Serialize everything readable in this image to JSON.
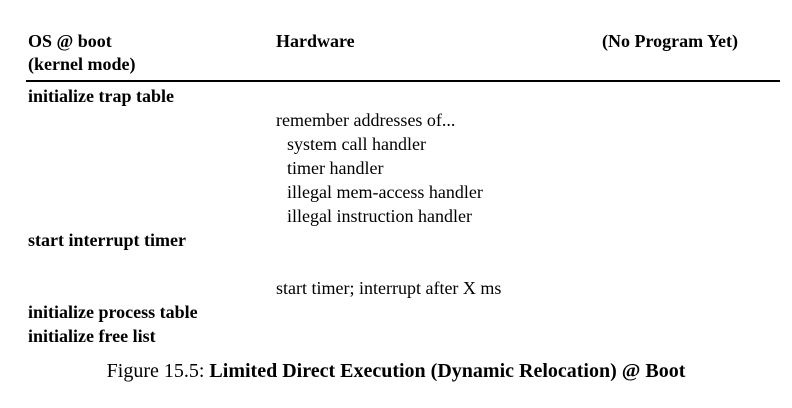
{
  "figure": {
    "columns": {
      "os": {
        "line1": "OS @ boot",
        "line2": "(kernel mode)"
      },
      "hardware": {
        "label": "Hardware"
      },
      "program": {
        "label": "(No Program Yet)"
      }
    },
    "os_steps": [
      "initialize trap table",
      "start interrupt timer",
      "initialize process table",
      "initialize free list"
    ],
    "hardware_steps": [
      "remember addresses of...",
      "system call handler",
      "timer handler",
      "illegal mem-access handler",
      "illegal instruction handler",
      "start timer; interrupt after X ms"
    ],
    "caption": {
      "number": "Figure 15.5: ",
      "title": "Limited Direct Execution (Dynamic Relocation) @ Boot"
    },
    "colors": {
      "background": "#ffffff",
      "text": "#000000",
      "rule": "#000000"
    }
  }
}
